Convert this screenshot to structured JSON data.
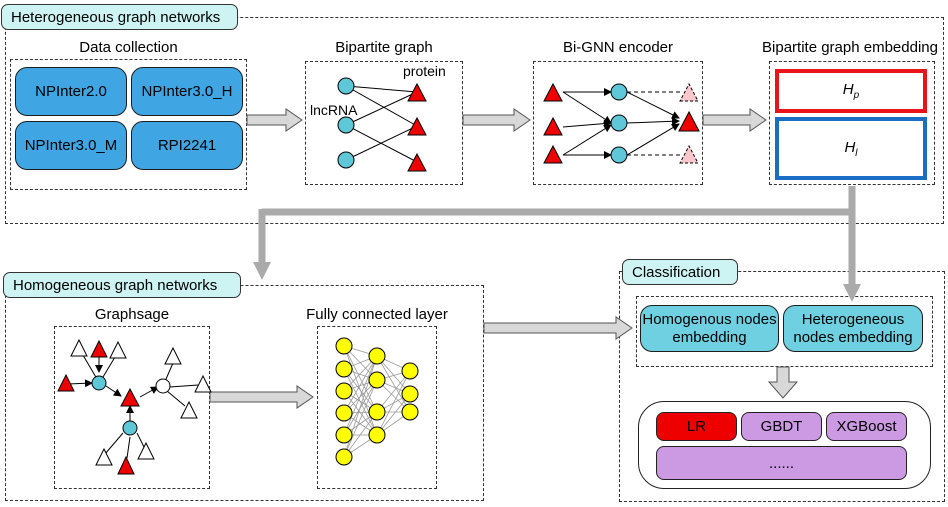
{
  "sections": {
    "heterogeneous": "Heterogeneous graph networks",
    "homogeneous": "Homogeneous graph networks",
    "classification": "Classification"
  },
  "data_collection": {
    "title": "Data collection",
    "items": [
      "NPInter2.0",
      "NPInter3.0_H",
      "NPInter3.0_M",
      "RPI2241"
    ]
  },
  "bipartite": {
    "title": "Bipartite graph",
    "protein_label": "protein",
    "lncrna_label": "lncRNA"
  },
  "encoder": {
    "title": "Bi-GNN encoder"
  },
  "embedding": {
    "title": "Bipartite graph embedding",
    "hp": "Hp",
    "hl": "Hl"
  },
  "graphsage": {
    "title": "Graphsage"
  },
  "fc": {
    "title": "Fully connected layer"
  },
  "classification": {
    "homogenous": "Homogenous nodes embedding",
    "heterogeneous": "Heterogeneous nodes embedding",
    "models": [
      "LR",
      "GBDT",
      "XGBoost"
    ],
    "more": "......"
  },
  "colors": {
    "tag_fill": "#cdf3f3",
    "data_box": "#3fa6e3",
    "embed_box": "#6fd0e1",
    "protein": "#ee0000",
    "lncrna": "#5ec8d8",
    "hp_border": "#e8141a",
    "hl_border": "#1a6fc4",
    "lr": "#ee0000",
    "model": "#cc99e3",
    "neuron": "#ffff00",
    "arrow": "#aaaaaa"
  }
}
